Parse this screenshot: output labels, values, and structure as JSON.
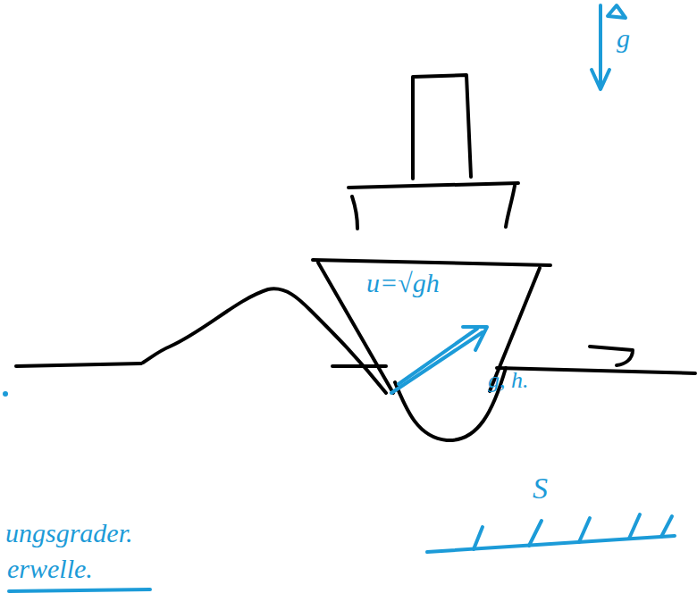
{
  "diagram": {
    "labels": [
      "u=√gh",
      "g, h.",
      "S",
      "g",
      "ungsgrader.",
      "erwelle."
    ]
  }
}
